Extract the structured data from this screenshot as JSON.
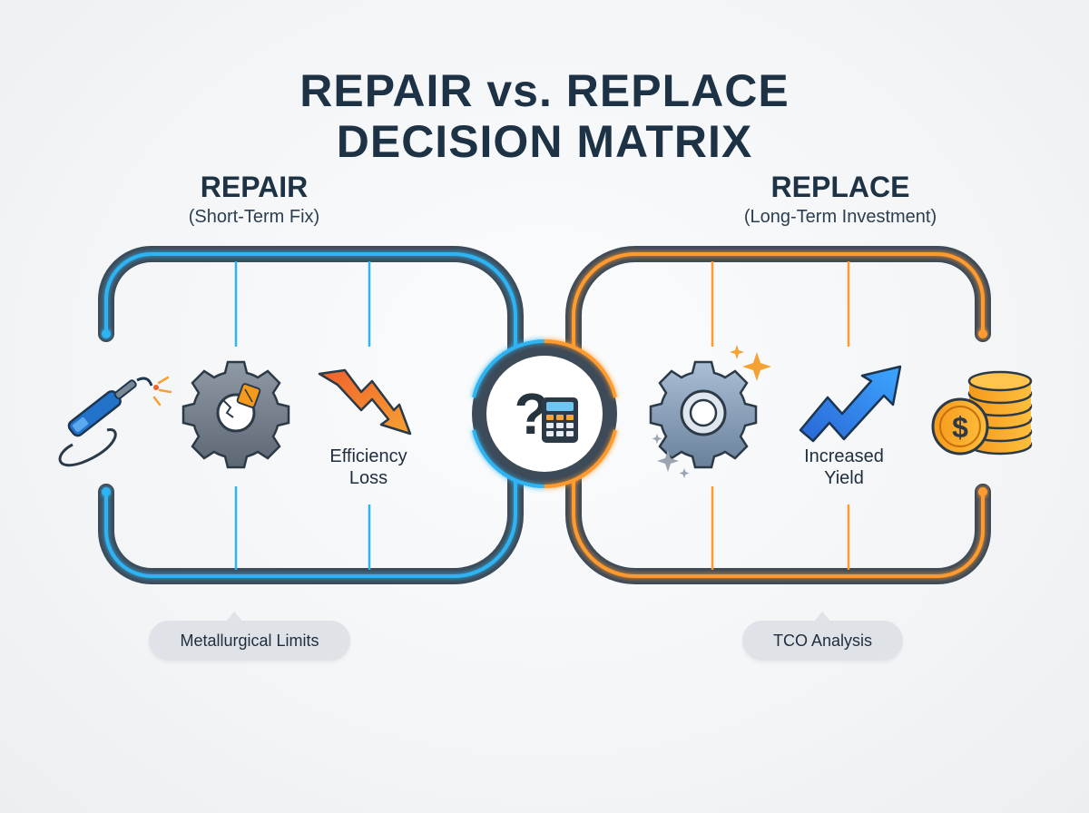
{
  "title": {
    "line1": "REPAIR vs. REPLACE",
    "line2": "DECISION MATRIX"
  },
  "repair": {
    "heading": "REPAIR",
    "subheading": "(Short-Term Fix)",
    "effect_label_line1": "Efficiency",
    "effect_label_line2": "Loss",
    "note": "Metallurgical Limits",
    "icons": [
      "welding-torch-icon",
      "damaged-gear-icon",
      "down-trend-arrow-icon"
    ],
    "accent_color": "#29b6f6"
  },
  "replace": {
    "heading": "REPLACE",
    "subheading": "(Long-Term Investment)",
    "effect_label_line1": "Increased",
    "effect_label_line2": "Yield",
    "note": "TCO Analysis",
    "icons": [
      "new-gear-icon",
      "up-trend-arrow-icon",
      "coin-stack-icon"
    ],
    "accent_color": "#ff9a2e"
  },
  "center": {
    "icons": [
      "question-mark-icon",
      "calculator-icon"
    ]
  },
  "colors": {
    "title": "#1e3246",
    "frame": "#3d4a58",
    "background": "#f3f5f7"
  }
}
